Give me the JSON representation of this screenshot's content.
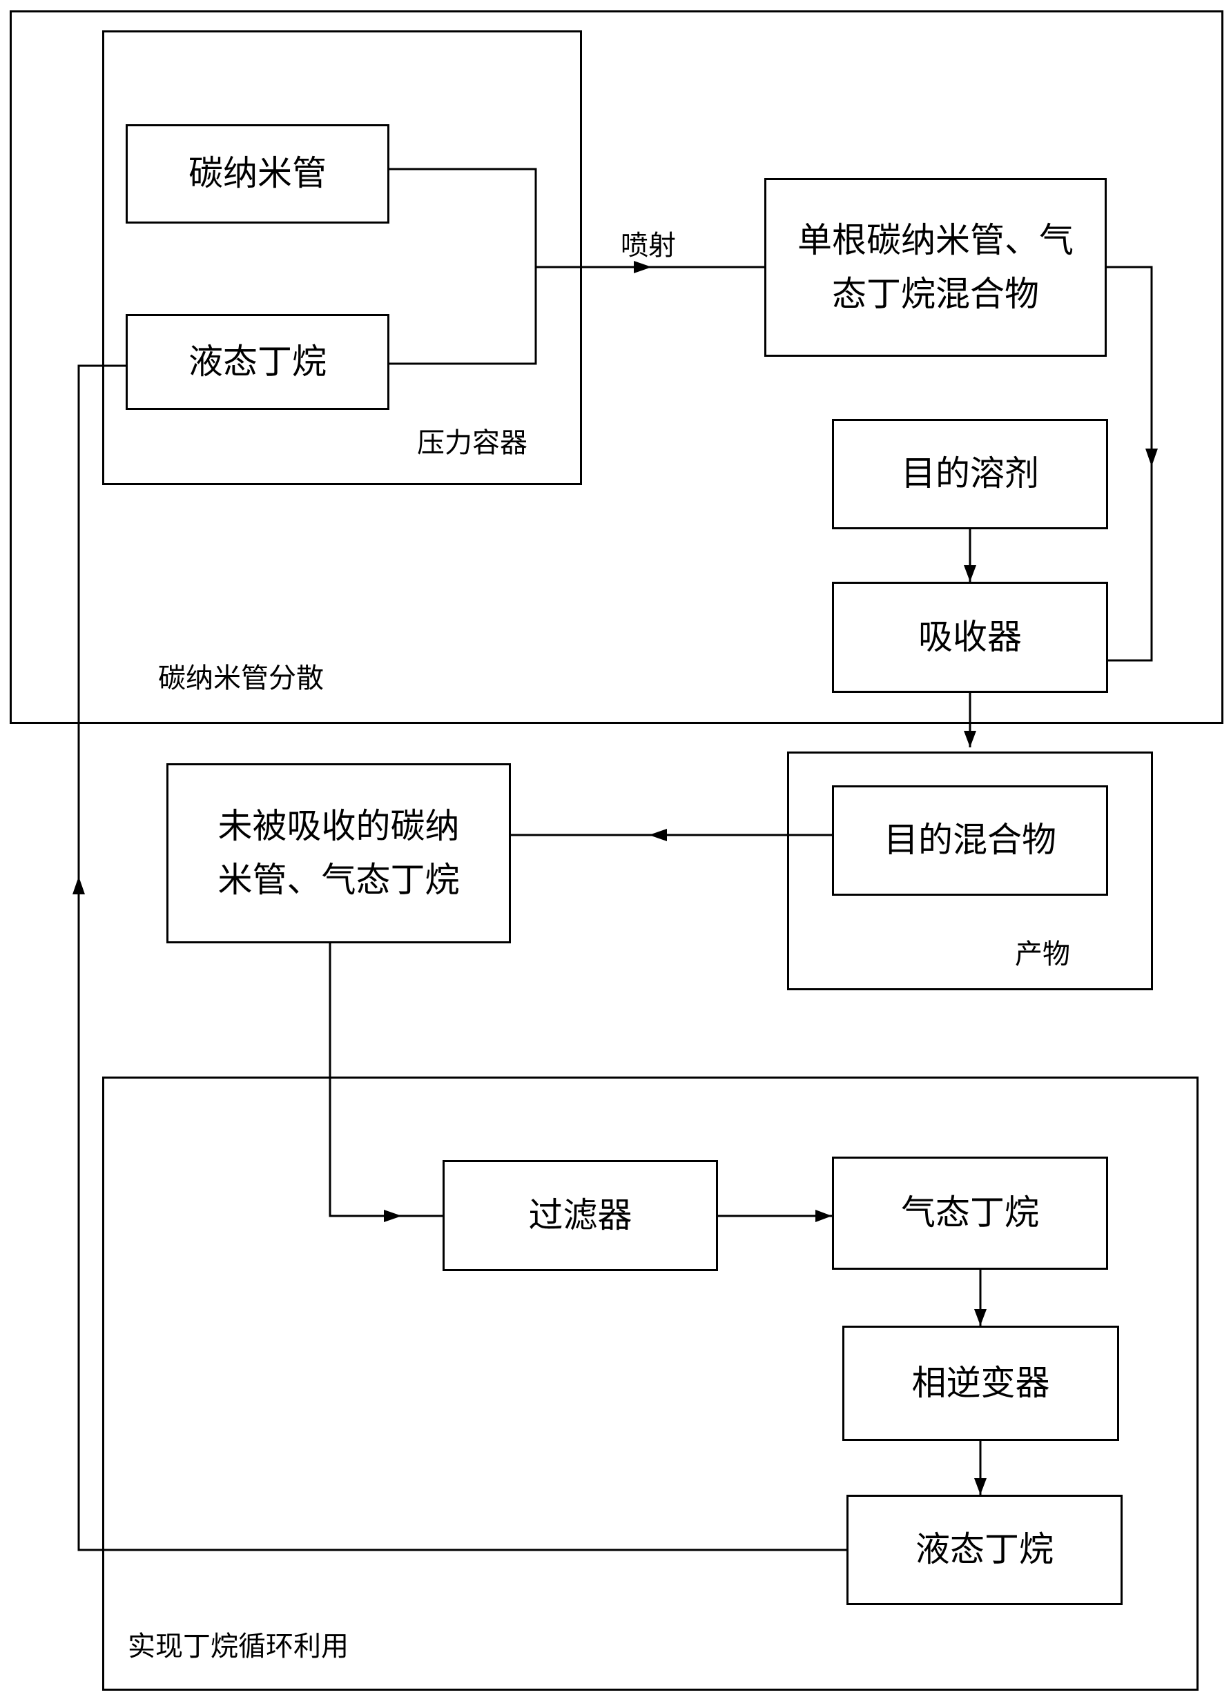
{
  "groups": {
    "dispersion": "碳纳米管分散",
    "pressure_vessel": "压力容器",
    "product": "产物",
    "recycle": "实现丁烷循环利用"
  },
  "nodes": {
    "cnt": "碳纳米管",
    "liquid_butane_top": "液态丁烷",
    "mixture_line1": "单根碳纳米管、气",
    "mixture_line2": "态丁烷混合物",
    "target_solvent": "目的溶剂",
    "absorber": "吸收器",
    "target_mixture": "目的混合物",
    "unabsorbed_line1": "未被吸收的碳纳",
    "unabsorbed_line2": "米管、气态丁烷",
    "filter": "过滤器",
    "gas_butane": "气态丁烷",
    "phase_inverter": "相逆变器",
    "liquid_butane_bottom": "液态丁烷"
  },
  "edge_labels": {
    "spray": "喷射"
  }
}
